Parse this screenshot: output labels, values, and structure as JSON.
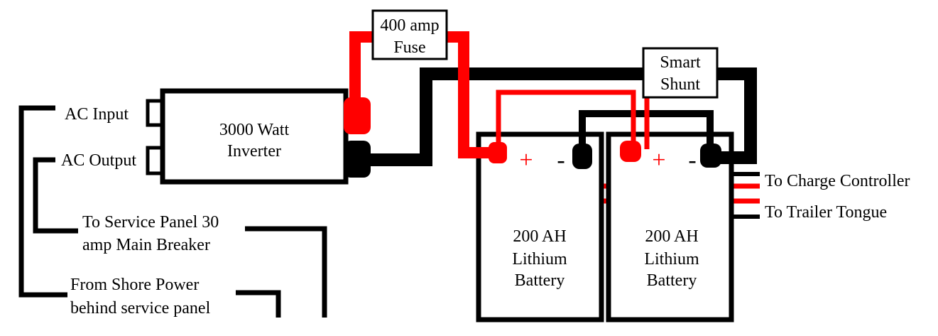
{
  "fuse": {
    "line1": "400 amp",
    "line2": "Fuse"
  },
  "shunt": {
    "line1": "Smart",
    "line2": "Shunt"
  },
  "inverter": {
    "line1": "3000 Watt",
    "line2": "Inverter"
  },
  "ac_input": "AC Input",
  "ac_output": "AC Output",
  "service_panel": {
    "line1": "To Service Panel 30",
    "line2": "amp Main Breaker"
  },
  "shore_power": {
    "line1": "From Shore Power",
    "line2": "behind service panel"
  },
  "battery_1": {
    "line1": "200 AH",
    "line2": "Lithium",
    "line3": "Battery",
    "plus": "+",
    "minus": "-"
  },
  "battery_2": {
    "line1": "200 AH",
    "line2": "Lithium",
    "line3": "Battery",
    "plus": "+",
    "minus": "-"
  },
  "charge_controller": "To Charge Controller",
  "trailer_tongue": "To Trailer Tongue",
  "colors": {
    "positive": "#ff0000",
    "negative": "#000000",
    "background": "#ffffff"
  }
}
